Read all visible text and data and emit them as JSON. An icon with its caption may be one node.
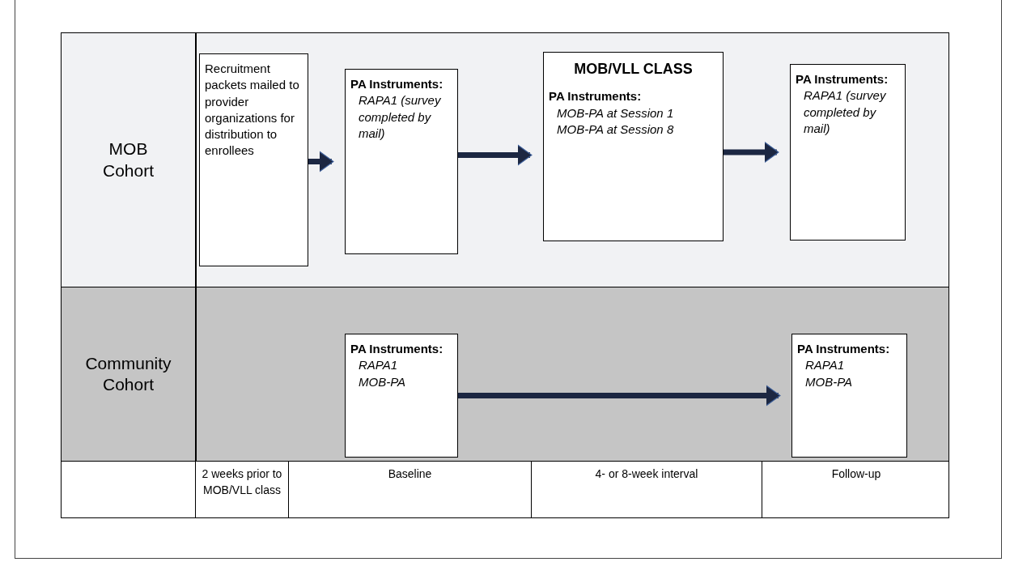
{
  "diagram": {
    "nodes": [
      {
        "text": [
          "MOB Cohort"
        ]
      },
      {
        "text": [
          "Recruitment packets mailed to provider organizations for distribution to enrollees"
        ],
        "in": 0
      },
      {
        "text": [
          "PA Instruments:",
          "RAPA1 (survey completed by mail)"
        ],
        "in": 0
      },
      {
        "text": [
          "MOB/VLL  CLASS",
          "PA Instruments:",
          "MOB-PA at Session 1",
          "MOB-PA at Session 8"
        ],
        "in": 0
      },
      {
        "text": [
          "PA Instruments:",
          "RAPA1 (survey completed by mail)"
        ],
        "in": 0
      },
      {
        "text": [
          "Community Cohort"
        ]
      },
      {
        "text": [
          "PA Instruments:",
          "RAPA1",
          "MOB-PA"
        ],
        "in": 5
      },
      {
        "text": [
          "PA Instruments:",
          "RAPA1",
          "MOB-PA"
        ],
        "in": 5
      }
    ],
    "edges": [
      {
        "from": 1,
        "to": 2,
        "arrow": "to"
      },
      {
        "from": 2,
        "to": 3,
        "arrow": "to"
      },
      {
        "from": 3,
        "to": 4,
        "arrow": "to"
      },
      {
        "from": 6,
        "to": 7,
        "arrow": "to"
      }
    ],
    "labels": [
      "2 weeks prior to MOB/VLL class",
      "Baseline",
      "4- or 8-week interval",
      "Follow-up"
    ]
  }
}
